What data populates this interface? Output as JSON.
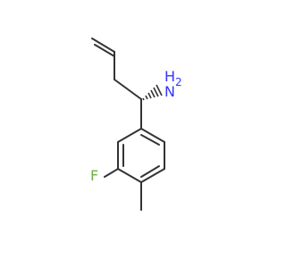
{
  "molecule": {
    "atoms": {
      "nitrogen": {
        "symbol": "N",
        "hydrogens": "H",
        "count": "2",
        "color": "#3333ff"
      },
      "fluorine": {
        "symbol": "F",
        "color": "#6bb33c"
      }
    },
    "bond_color": "#333333",
    "stereo": "hashed-wedge"
  }
}
